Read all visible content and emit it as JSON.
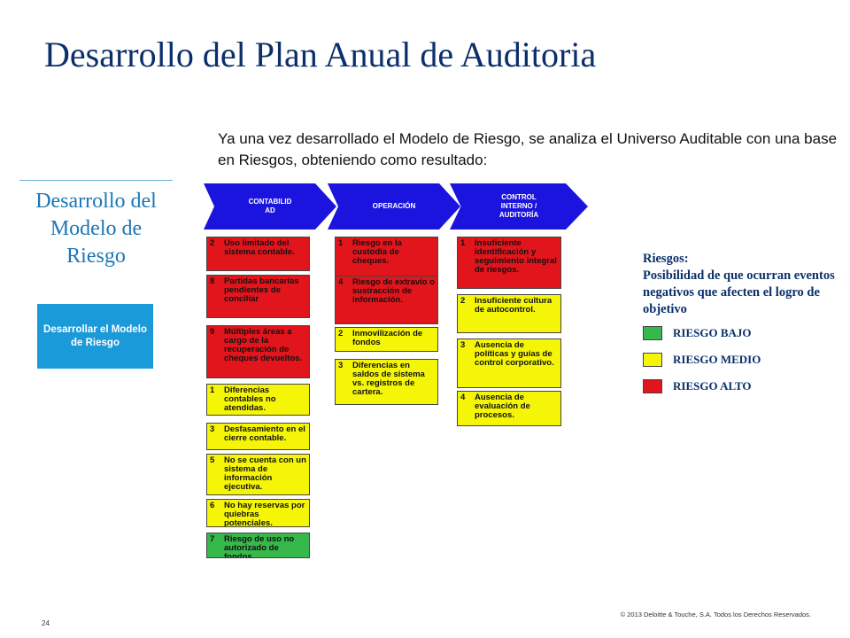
{
  "title": "Desarrollo del Plan Anual de Auditoria",
  "intro": "Ya una vez desarrollado el Modelo de Riesgo, se analiza el Universo Auditable con una base en Riesgos, obteniendo como resultado:",
  "sidebar": {
    "heading": "Desarrollo del Modelo de Riesgo",
    "button_label": "Desarrollar el Modelo de Riesgo"
  },
  "columns": [
    {
      "header": [
        "CONTABILID",
        "AD"
      ],
      "items": [
        {
          "num": "2",
          "text": "Uso limitado del sistema contable.",
          "level": "red"
        },
        {
          "num": "8",
          "text": "Partidas bancarias pendientes de conciliar",
          "level": "red"
        },
        {
          "num": "9",
          "text": "Múltiples áreas a cargo de la recuperación de cheques devueltos.",
          "level": "red"
        },
        {
          "num": "1",
          "text": "Diferencias contables no atendidas.",
          "level": "yellow"
        },
        {
          "num": "3",
          "text": "Desfasamiento en el cierre contable.",
          "level": "yellow"
        },
        {
          "num": "5",
          "text": "No se cuenta con un sistema de información ejecutiva.",
          "level": "yellow"
        },
        {
          "num": "6",
          "text": "No hay reservas por quiebras potenciales.",
          "level": "yellow"
        },
        {
          "num": "7",
          "text": "Riesgo de uso no autorizado de fondos",
          "level": "green"
        }
      ]
    },
    {
      "header": [
        "OPERACIÓN"
      ],
      "items": [
        {
          "num": "1",
          "text": "Riesgo en la custodia de cheques.",
          "level": "red"
        },
        {
          "num": "4",
          "text": "Riesgo de extravío o sustracción de información.",
          "level": "red"
        },
        {
          "num": "2",
          "text": "Inmovilización de fondos",
          "level": "yellow"
        },
        {
          "num": "3",
          "text": "Diferencias en saldos de sistema vs. registros de cartera.",
          "level": "yellow"
        }
      ]
    },
    {
      "header": [
        "CONTROL",
        "INTERNO /",
        "AUDITORÍA"
      ],
      "items": [
        {
          "num": "1",
          "text": "Insuficiente identificación y seguimiento integral de riesgos.",
          "level": "red"
        },
        {
          "num": "2",
          "text": "Insuficiente cultura de autocontrol.",
          "level": "yellow"
        },
        {
          "num": "3",
          "text": "Ausencia de políticas y guías de control corporativo.",
          "level": "yellow"
        },
        {
          "num": "4",
          "text": "Ausencia de evaluación de procesos.",
          "level": "yellow"
        }
      ]
    }
  ],
  "legend": {
    "title": "Riesgos:",
    "subtitle": "Posibilidad de que ocurran eventos negativos que afecten el logro de objetivo",
    "items": [
      {
        "label": "RIESGO BAJO",
        "color": "#36b84a"
      },
      {
        "label": "RIESGO MEDIO",
        "color": "#f5f507"
      },
      {
        "label": "RIESGO ALTO",
        "color": "#e2141c"
      }
    ]
  },
  "colors": {
    "red": "#e2141c",
    "yellow": "#f5f507",
    "green": "#36b84a",
    "arrow": "#1b14de",
    "title": "#0a2f6b"
  },
  "footer": {
    "page_number": "24",
    "copyright": "© 2013 Deloitte & Touche, S.A.  Todos los Derechos Reservados."
  }
}
